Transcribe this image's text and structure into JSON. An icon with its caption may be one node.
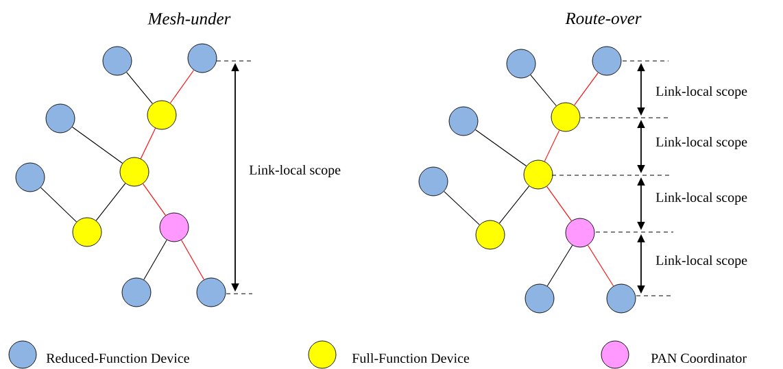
{
  "diagram": {
    "nodes": [
      {
        "text": [],
        "shape": "circle"
      },
      {
        "text": [],
        "shape": "circle"
      },
      {
        "text": [],
        "shape": "circle"
      },
      {
        "text": [],
        "shape": "circle"
      },
      {
        "text": [],
        "shape": "circle"
      },
      {
        "text": [],
        "shape": "circle"
      },
      {
        "text": [],
        "shape": "circle"
      },
      {
        "text": [],
        "shape": "circle"
      },
      {
        "text": [],
        "shape": "circle"
      },
      {
        "text": [],
        "shape": "circle"
      },
      {
        "text": [],
        "shape": "circle"
      },
      {
        "text": [],
        "shape": "circle"
      },
      {
        "text": [],
        "shape": "circle"
      },
      {
        "text": [],
        "shape": "circle"
      },
      {
        "text": [],
        "shape": "circle"
      },
      {
        "text": [],
        "shape": "circle"
      },
      {
        "text": [],
        "shape": "circle"
      },
      {
        "text": [],
        "shape": "circle"
      },
      {
        "text": [],
        "shape": "circle"
      },
      {
        "text": [],
        "shape": "circle"
      }
    ],
    "edges": [
      {
        "from": 0,
        "to": 3,
        "arrow": "none"
      },
      {
        "from": 1,
        "to": 3,
        "arrow": "none",
        "color": "#ff0000"
      },
      {
        "from": 3,
        "to": 5,
        "arrow": "none",
        "color": "#ff0000"
      },
      {
        "from": 2,
        "to": 5,
        "arrow": "none"
      },
      {
        "from": 5,
        "to": 6,
        "arrow": "none"
      },
      {
        "from": 4,
        "to": 6,
        "arrow": "none"
      },
      {
        "from": 5,
        "to": 7,
        "arrow": "none",
        "color": "#ff0000"
      },
      {
        "from": 7,
        "to": 8,
        "arrow": "none"
      },
      {
        "from": 7,
        "to": 9,
        "arrow": "none",
        "color": "#ff0000"
      },
      {
        "from": 10,
        "to": 13,
        "arrow": "none"
      },
      {
        "from": 11,
        "to": 13,
        "arrow": "none",
        "color": "#ff0000"
      },
      {
        "from": 13,
        "to": 15,
        "arrow": "none",
        "color": "#ff0000"
      },
      {
        "from": 12,
        "to": 15,
        "arrow": "none"
      },
      {
        "from": 15,
        "to": 16,
        "arrow": "none"
      },
      {
        "from": 14,
        "to": 16,
        "arrow": "none"
      },
      {
        "from": 15,
        "to": 17,
        "arrow": "none",
        "color": "#ff0000"
      },
      {
        "from": 17,
        "to": 18,
        "arrow": "none"
      },
      {
        "from": 17,
        "to": 19,
        "arrow": "none",
        "color": "#ff0000"
      }
    ],
    "labels": [
      "Mesh-under",
      "Route-over",
      "Link-local scope",
      "Link-local scope",
      "Link-local scope",
      "Link-local scope",
      "Link-local scope"
    ],
    "legend": [
      {
        "text": "Reduced-Function Device",
        "color": "#8eb4e3"
      },
      {
        "text": "Full-Function Device",
        "color": "#ffff00"
      },
      {
        "text": "PAN Coordinator",
        "color": "#ff99ff"
      }
    ]
  }
}
